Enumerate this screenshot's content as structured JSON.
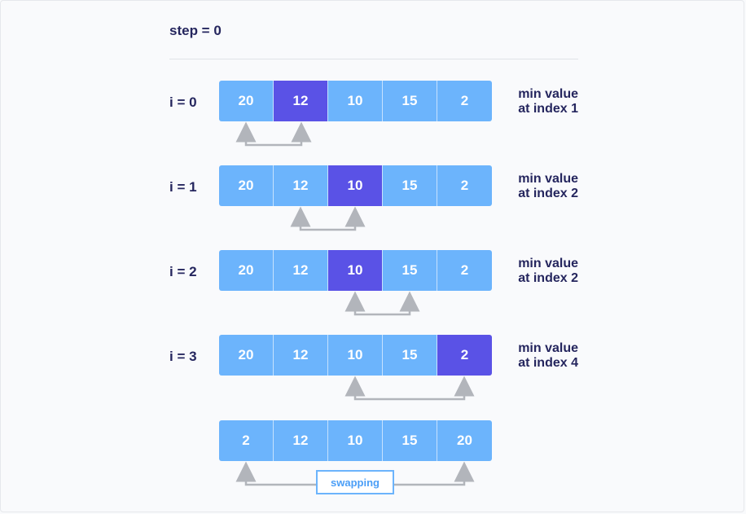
{
  "title": "step = 0",
  "rows": [
    {
      "label": "i = 0",
      "values": [
        "20",
        "12",
        "10",
        "15",
        "2"
      ],
      "highlight": 1,
      "note_line1": "min value",
      "note_line2": "at index 1"
    },
    {
      "label": "i = 1",
      "values": [
        "20",
        "12",
        "10",
        "15",
        "2"
      ],
      "highlight": 2,
      "note_line1": "min value",
      "note_line2": "at index 2"
    },
    {
      "label": "i = 2",
      "values": [
        "20",
        "12",
        "10",
        "15",
        "2"
      ],
      "highlight": 2,
      "note_line1": "min value",
      "note_line2": "at index 2"
    },
    {
      "label": "i = 3",
      "values": [
        "20",
        "12",
        "10",
        "15",
        "2"
      ],
      "highlight": 4,
      "note_line1": "min value",
      "note_line2": "at index 4"
    }
  ],
  "final_row": {
    "values": [
      "2",
      "12",
      "10",
      "15",
      "20"
    ]
  },
  "swap_label": "swapping",
  "colors": {
    "cell": "#6cb4fc",
    "highlight": "#5a52e6",
    "arrow": "#b2b5bb",
    "text": "#25265e"
  }
}
